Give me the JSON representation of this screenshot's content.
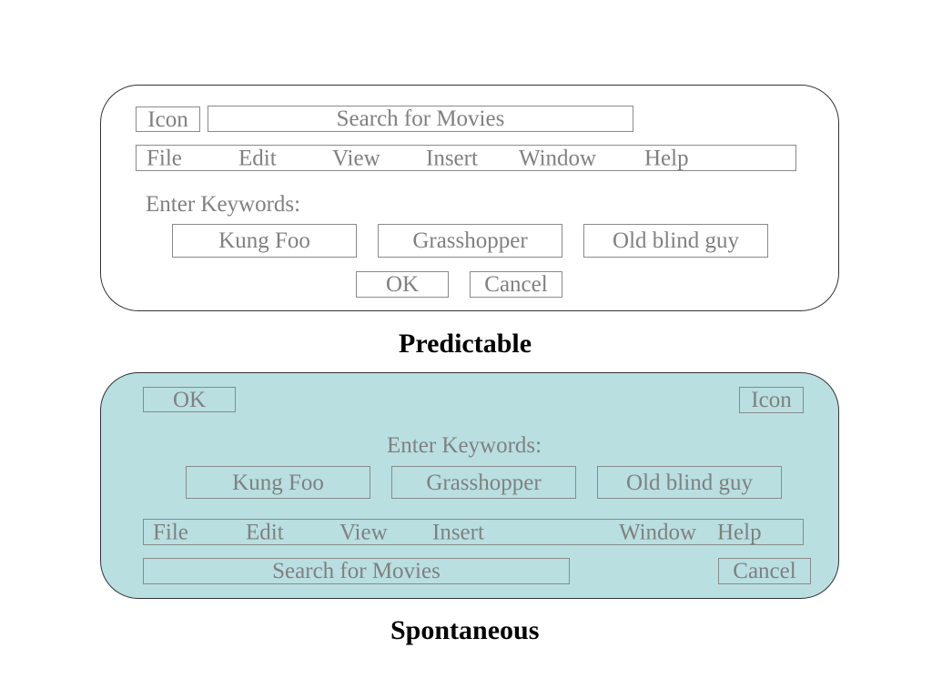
{
  "predictable": {
    "icon_label": "Icon",
    "search_label": "Search for Movies",
    "menu": [
      "File",
      "Edit",
      "View",
      "Insert",
      "Window",
      "Help"
    ],
    "prompt": "Enter Keywords:",
    "keywords": [
      "Kung Foo",
      "Grasshopper",
      "Old blind guy"
    ],
    "ok_label": "OK",
    "cancel_label": "Cancel",
    "caption": "Predictable"
  },
  "spontaneous": {
    "ok_label": "OK",
    "icon_label": "Icon",
    "prompt": "Enter Keywords:",
    "keywords": [
      "Kung Foo",
      "Grasshopper",
      "Old blind guy"
    ],
    "menu": [
      "File",
      "Edit",
      "View",
      "Insert",
      "Window",
      "Help"
    ],
    "search_label": "Search for Movies",
    "cancel_label": "Cancel",
    "caption": "Spontaneous"
  },
  "colors": {
    "panel_border": "#333333",
    "spontaneous_fill": "#b9dfe1",
    "control_text": "#808080",
    "caption_text": "#000000"
  }
}
